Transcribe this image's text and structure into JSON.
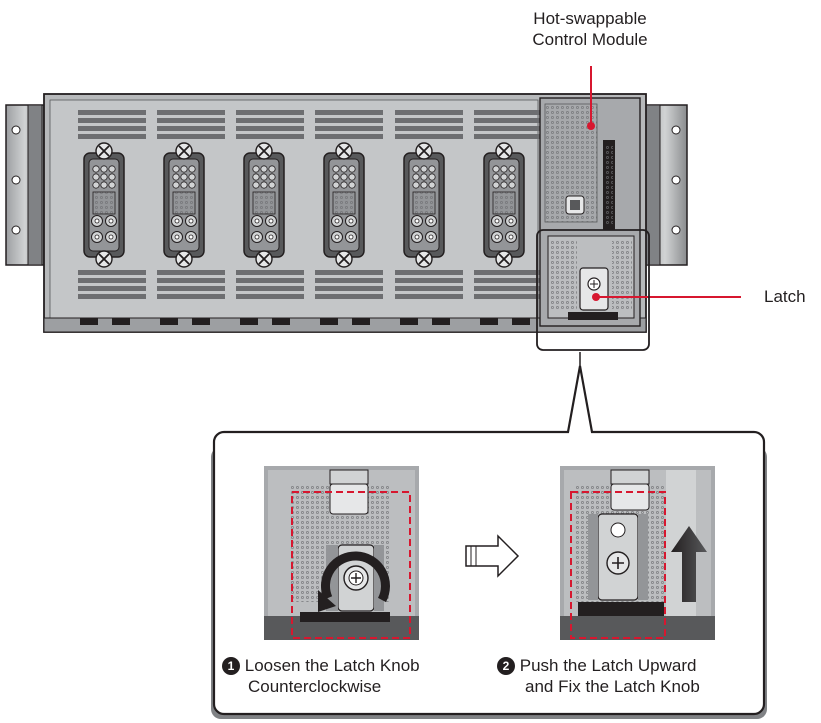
{
  "callouts": {
    "control_module": {
      "line1": "Hot-swappable",
      "line2": "Control Module"
    },
    "latch": "Latch"
  },
  "steps": [
    {
      "number": "1",
      "line1": "Loosen the Latch Knob",
      "line2": "Counterclockwise"
    },
    {
      "number": "2",
      "line1": "Push the Latch Upward",
      "line2": "and Fix the Latch Knob"
    }
  ],
  "colors": {
    "callout_red": "#d7172f",
    "chassis_face": "#b7b9bb",
    "chassis_dark": "#58595b",
    "outline": "#231f20"
  }
}
